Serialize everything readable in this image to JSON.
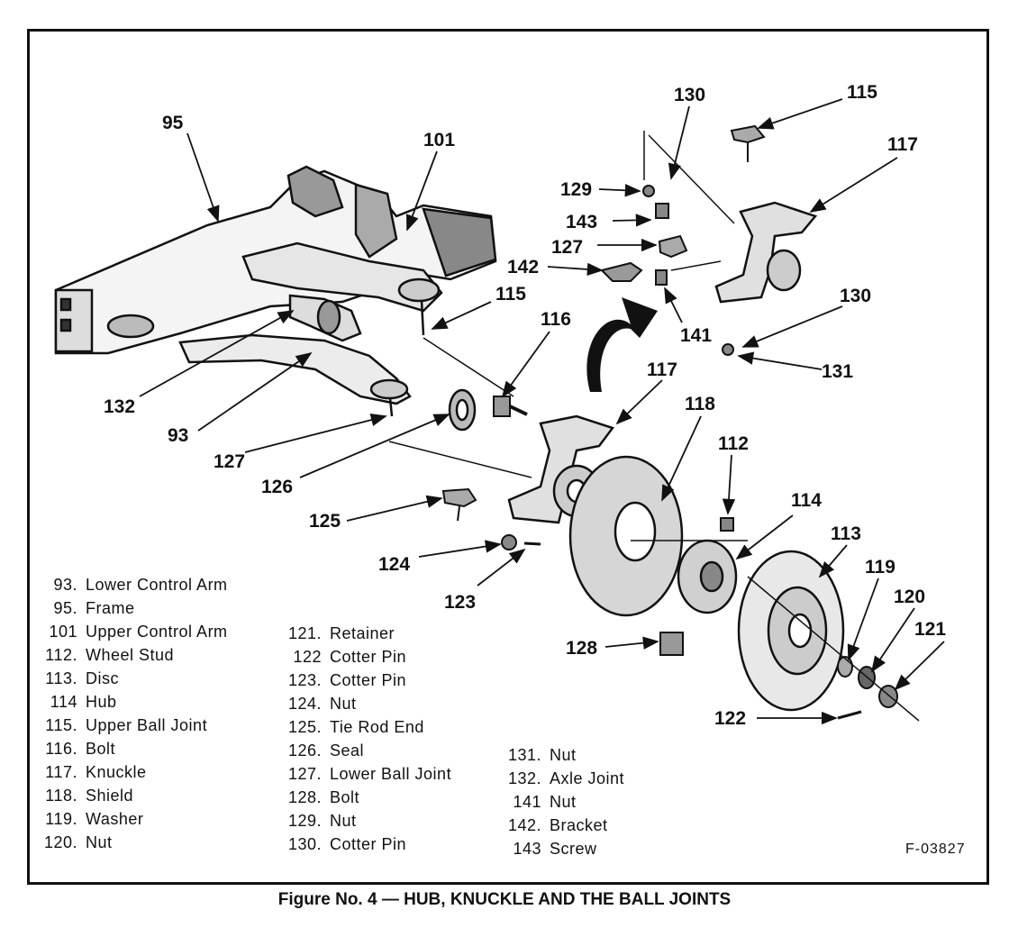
{
  "figure": {
    "caption": "Figure No. 4 — HUB, KNUCKLE AND THE BALL JOINTS",
    "code": "F-03827"
  },
  "callouts": {
    "c95": "95",
    "c101": "101",
    "c130a": "130",
    "c115a": "115",
    "c117a": "117",
    "c129": "129",
    "c143": "143",
    "c127a": "127",
    "c142": "142",
    "c115b": "115",
    "c130b": "130",
    "c116": "116",
    "c141": "141",
    "c131": "131",
    "c117b": "117",
    "c132": "132",
    "c118": "118",
    "c112": "112",
    "c93": "93",
    "c127b": "127",
    "c126": "126",
    "c114": "114",
    "c113": "113",
    "c125": "125",
    "c119": "119",
    "c124": "124",
    "c120": "120",
    "c123": "123",
    "c121": "121",
    "c128": "128",
    "c122": "122"
  },
  "legend": {
    "col1": [
      {
        "num": "93.",
        "label": "Lower Control Arm"
      },
      {
        "num": "95.",
        "label": "Frame"
      },
      {
        "num": "101",
        "label": "Upper Control Arm"
      },
      {
        "num": "112.",
        "label": "Wheel Stud"
      },
      {
        "num": "113.",
        "label": "Disc"
      },
      {
        "num": "114",
        "label": "Hub"
      },
      {
        "num": "115.",
        "label": "Upper Ball Joint"
      },
      {
        "num": "116.",
        "label": "Bolt"
      },
      {
        "num": "117.",
        "label": "Knuckle"
      },
      {
        "num": "118.",
        "label": "Shield"
      },
      {
        "num": "119.",
        "label": "Washer"
      },
      {
        "num": "120.",
        "label": "Nut"
      }
    ],
    "col2": [
      {
        "num": "121.",
        "label": "Retainer"
      },
      {
        "num": "122",
        "label": "Cotter Pin"
      },
      {
        "num": "123.",
        "label": "Cotter Pin"
      },
      {
        "num": "124.",
        "label": "Nut"
      },
      {
        "num": "125.",
        "label": "Tie Rod End"
      },
      {
        "num": "126.",
        "label": "Seal"
      },
      {
        "num": "127.",
        "label": "Lower Ball Joint"
      },
      {
        "num": "128.",
        "label": "Bolt"
      },
      {
        "num": "129.",
        "label": "Nut"
      },
      {
        "num": "130.",
        "label": "Cotter Pin"
      }
    ],
    "col3": [
      {
        "num": "131.",
        "label": "Nut"
      },
      {
        "num": "132.",
        "label": "Axle Joint"
      },
      {
        "num": "141",
        "label": "Nut"
      },
      {
        "num": "142.",
        "label": "Bracket"
      },
      {
        "num": "143",
        "label": "Screw"
      }
    ]
  }
}
